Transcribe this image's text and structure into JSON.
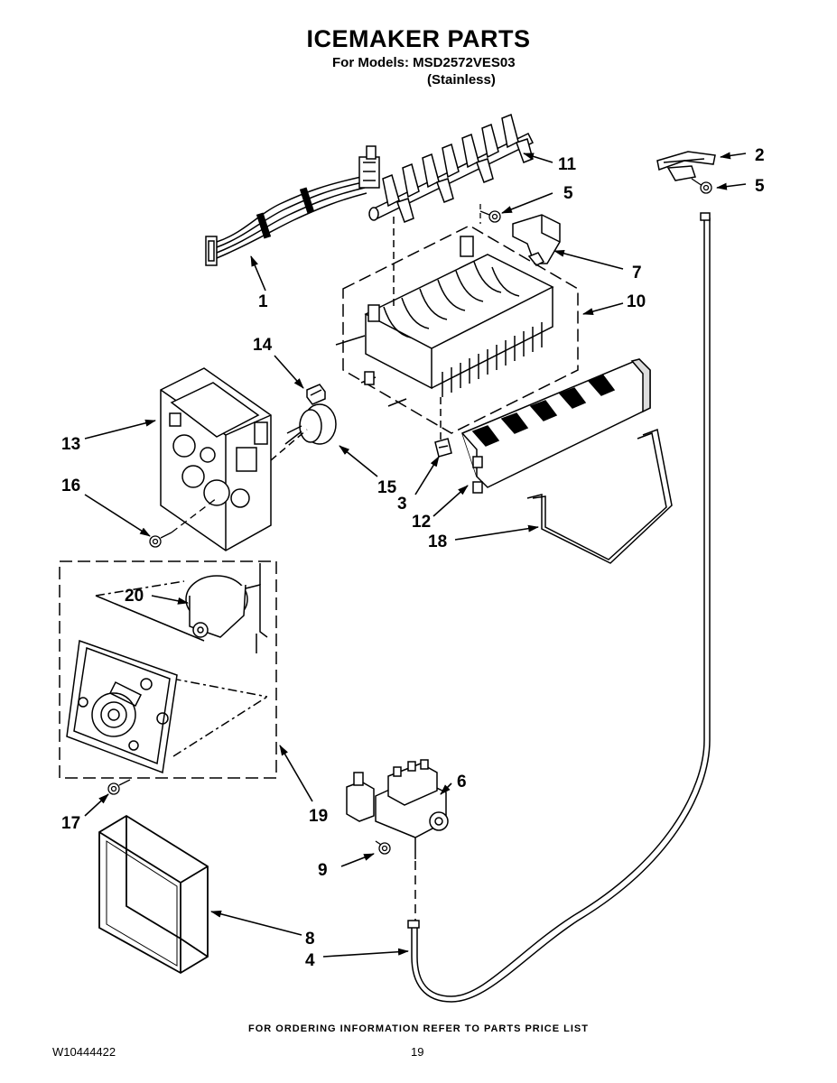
{
  "header": {
    "title": "ICEMAKER PARTS",
    "models_line": "For Models: MSD2572VES03",
    "finish_line": "(Stainless)"
  },
  "diagram": {
    "callouts": [
      "1",
      "2",
      "3",
      "4",
      "5",
      "5",
      "6",
      "7",
      "8",
      "9",
      "10",
      "11",
      "12",
      "13",
      "14",
      "15",
      "16",
      "17",
      "18",
      "19",
      "20"
    ]
  },
  "footer": {
    "ordering_note": "FOR ORDERING INFORMATION REFER TO PARTS PRICE LIST",
    "document_id": "W10444422",
    "page_number": "19"
  }
}
